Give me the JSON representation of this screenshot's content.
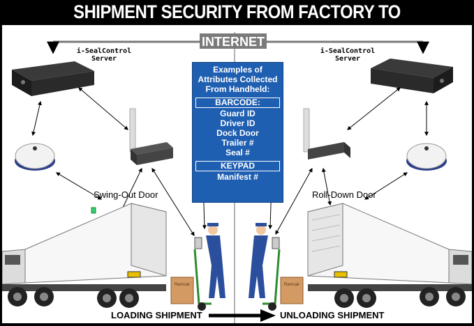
{
  "title": "SHIPMENT SECURITY FROM FACTORY TO DISTRIBUTION CENTER",
  "internet_label": "INTERNET",
  "left_server": {
    "line1": "i-SealControl",
    "line2": "Server"
  },
  "right_server": {
    "line1": "i-SealControl",
    "line2": "Server"
  },
  "info_box": {
    "heading": [
      "Examples of",
      "Attributes Collected",
      "From Handheld:"
    ],
    "barcode_title": "BARCODE:",
    "barcode_items": [
      "Guard ID",
      "Driver ID",
      "Dock Door",
      "Trailer #",
      "Seal #"
    ],
    "keypad_title": "KEYPAD",
    "keypad_items": [
      "Manifest #"
    ]
  },
  "left_door_label": "Swing-Out Door",
  "right_door_label": "Roll-Down Door",
  "loading_label": "LOADING SHIPMENT",
  "unloading_label": "UNLOADING SHIPMENT",
  "box_label": "Ramcair",
  "colors": {
    "info_box": "#1f5fb2",
    "internet_bar": "#7a7a7a",
    "background": "#ffffff"
  }
}
